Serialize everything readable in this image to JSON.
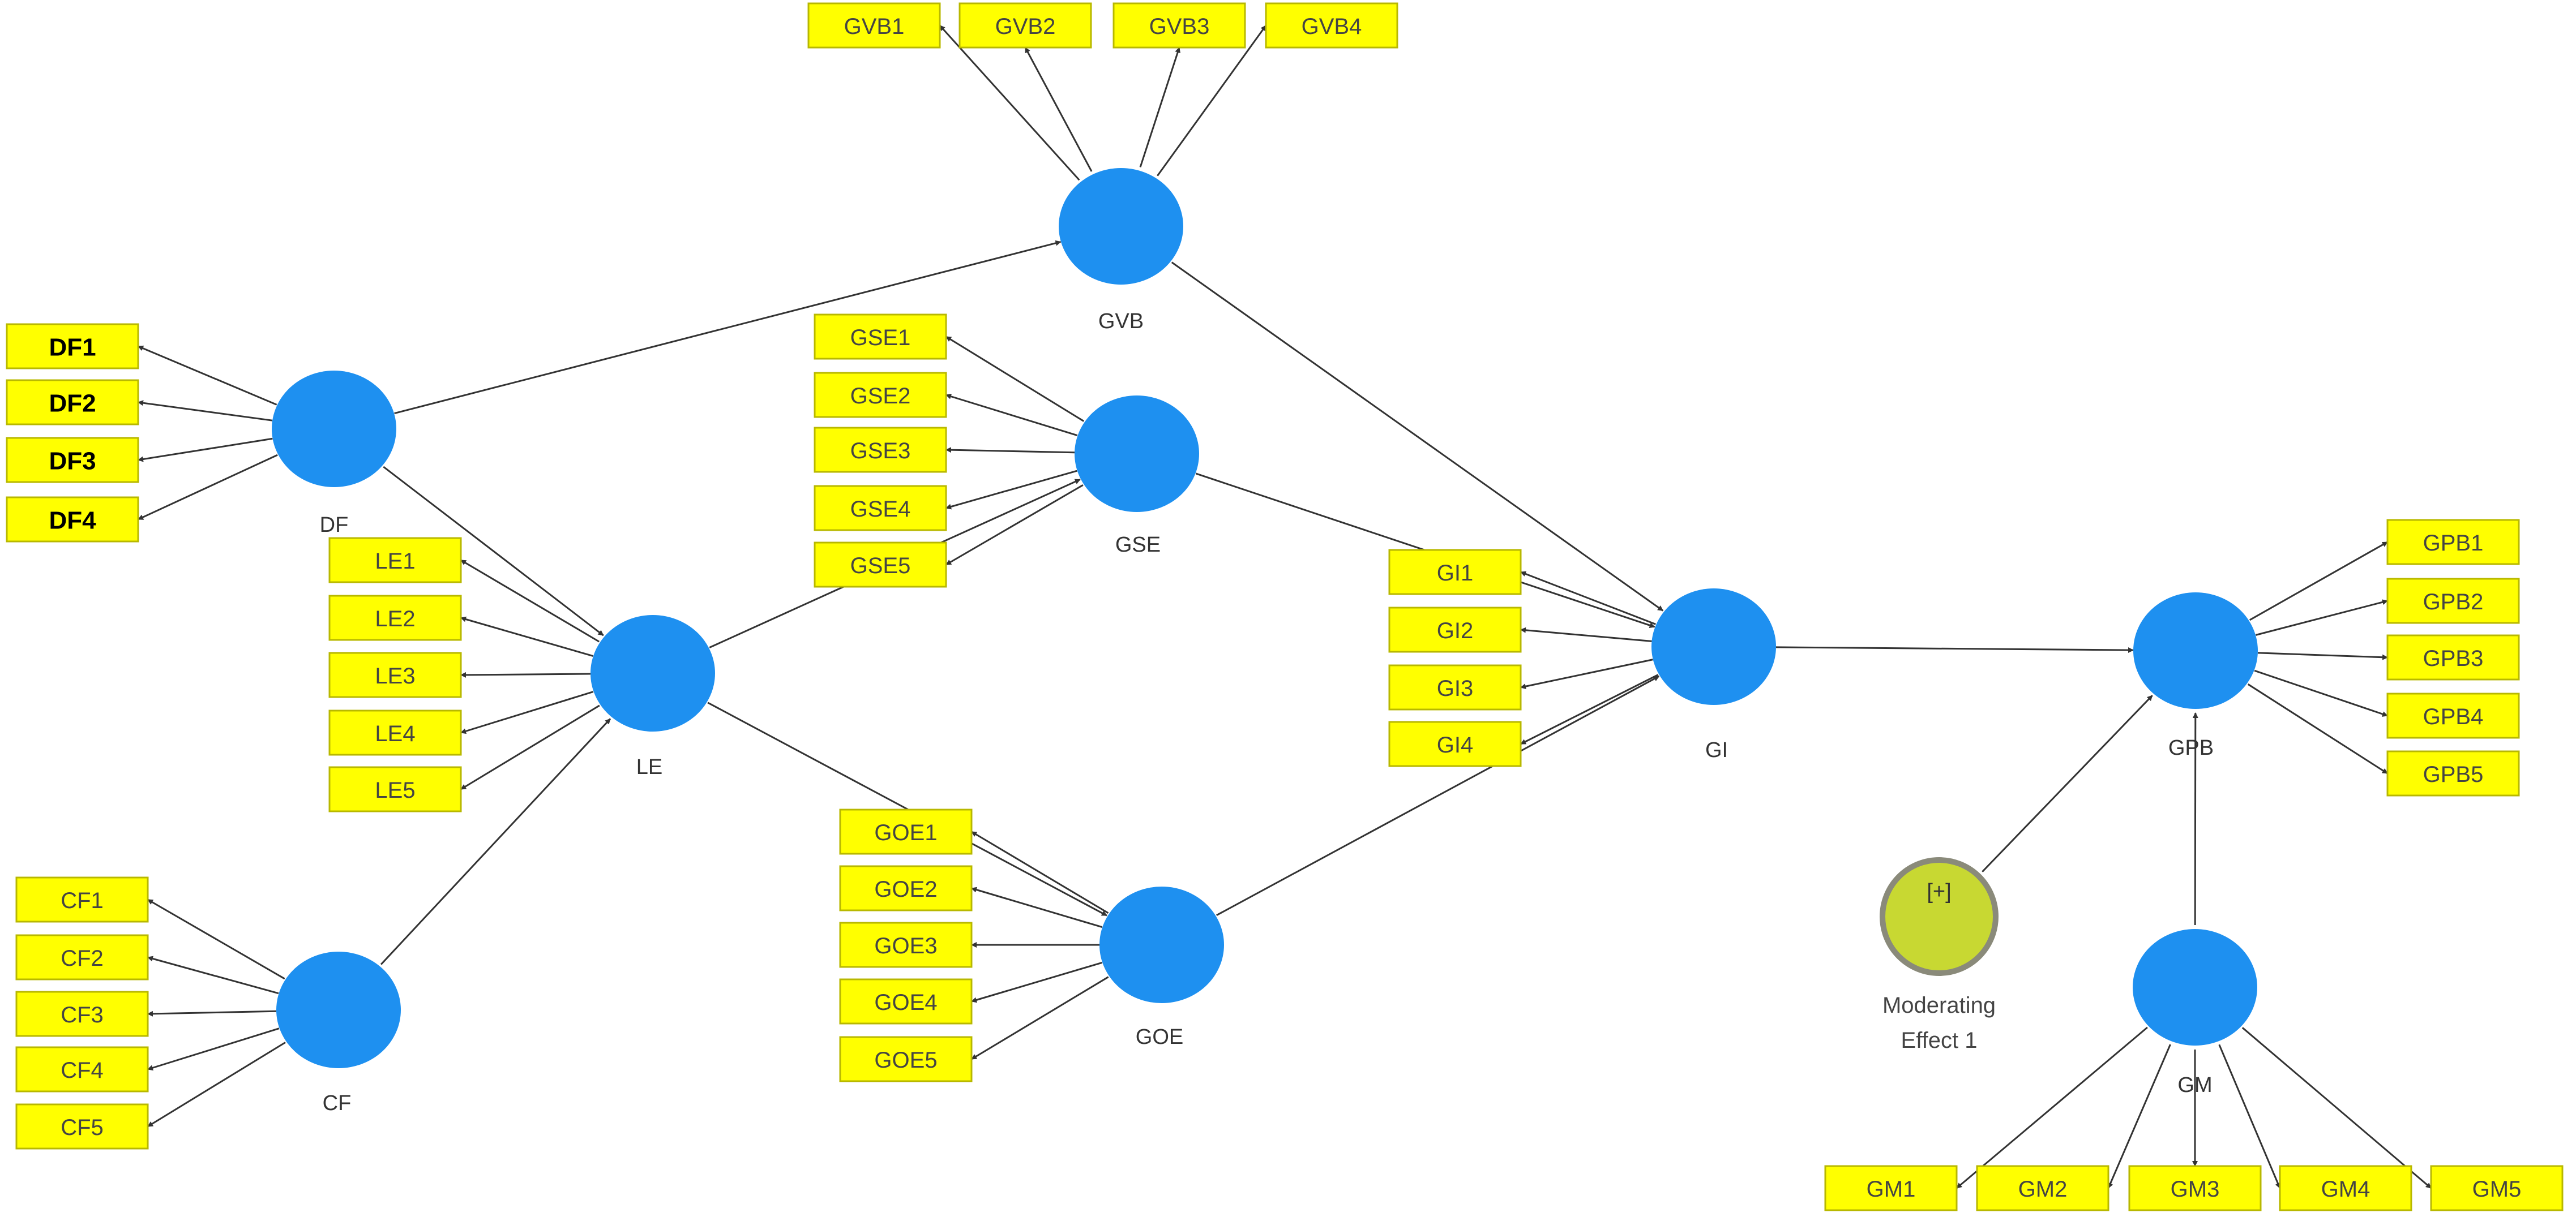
{
  "diagram": {
    "latent": {
      "GVB": "GVB",
      "DF": "DF",
      "GSE": "GSE",
      "LE": "LE",
      "CF": "CF",
      "GOE": "GOE",
      "GI": "GI",
      "GPB": "GPB",
      "GM": "GM"
    },
    "indicators": {
      "GVB": [
        "GVB1",
        "GVB2",
        "GVB3",
        "GVB4"
      ],
      "DF": [
        "DF1",
        "DF2",
        "DF3",
        "DF4"
      ],
      "GSE": [
        "GSE1",
        "GSE2",
        "GSE3",
        "GSE4",
        "GSE5"
      ],
      "LE": [
        "LE1",
        "LE2",
        "LE3",
        "LE4",
        "LE5"
      ],
      "CF": [
        "CF1",
        "CF2",
        "CF3",
        "CF4",
        "CF5"
      ],
      "GOE": [
        "GOE1",
        "GOE2",
        "GOE3",
        "GOE4",
        "GOE5"
      ],
      "GI": [
        "GI1",
        "GI2",
        "GI3",
        "GI4"
      ],
      "GPB": [
        "GPB1",
        "GPB2",
        "GPB3",
        "GPB4",
        "GPB5"
      ],
      "GM": [
        "GM1",
        "GM2",
        "GM3",
        "GM4",
        "GM5"
      ]
    },
    "moderator": {
      "symbol": "[+]",
      "label_line1": "Moderating",
      "label_line2": "Effect 1"
    },
    "paths": [
      [
        "DF",
        "GVB"
      ],
      [
        "DF",
        "LE"
      ],
      [
        "CF",
        "LE"
      ],
      [
        "LE",
        "GSE"
      ],
      [
        "LE",
        "GOE"
      ],
      [
        "GVB",
        "GI"
      ],
      [
        "GSE",
        "GI"
      ],
      [
        "GOE",
        "GI"
      ],
      [
        "GI",
        "GPB"
      ],
      [
        "GM",
        "GPB"
      ],
      [
        "Moderating Effect 1",
        "GPB"
      ]
    ],
    "colors": {
      "latent": "#1e90f0",
      "indicator": "#ffff00",
      "moderator": "#c8d832"
    }
  }
}
